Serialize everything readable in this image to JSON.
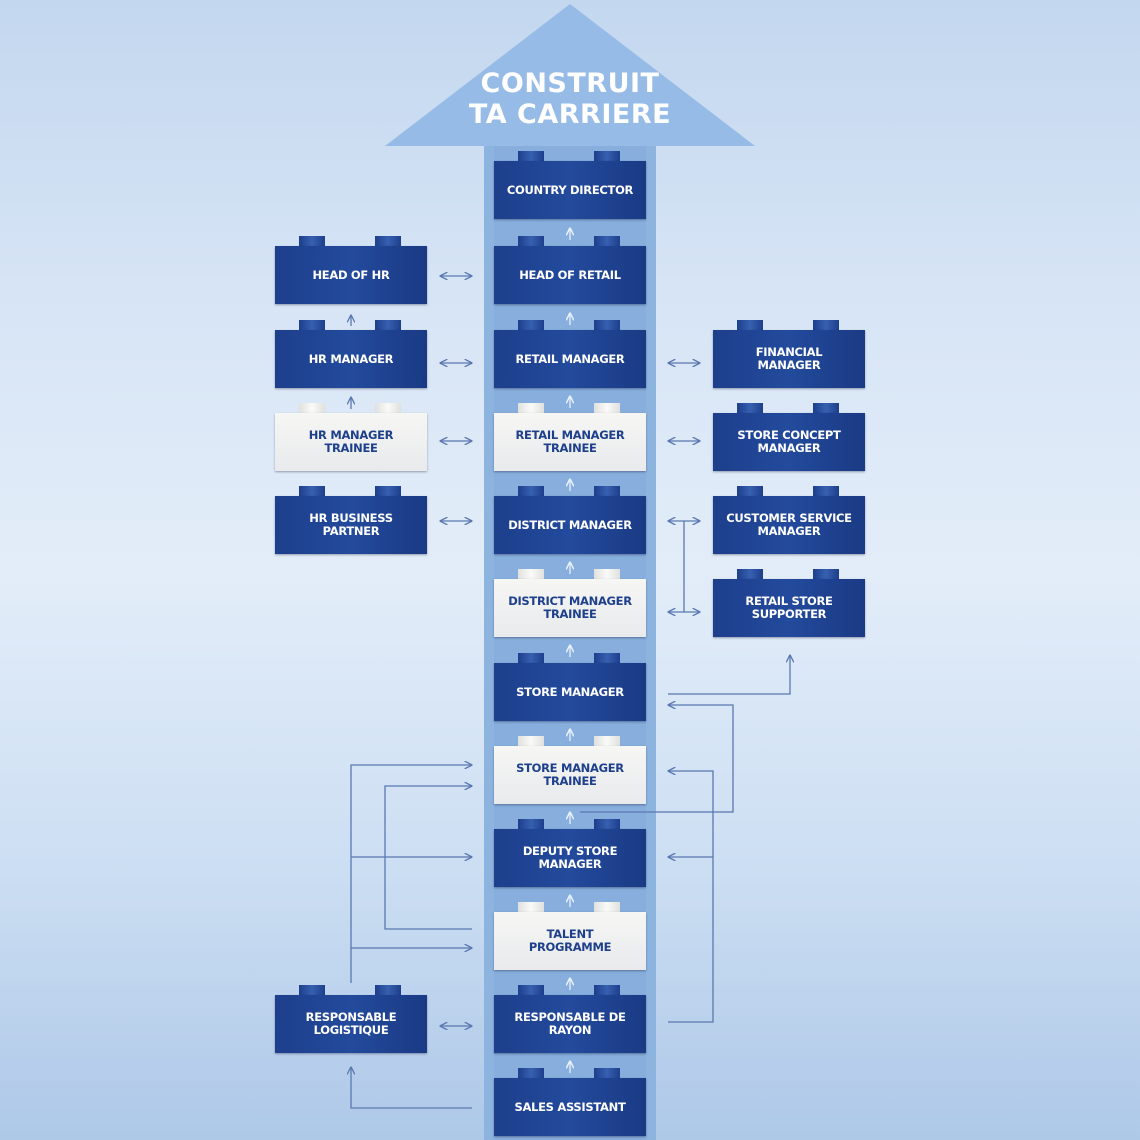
{
  "title": [
    "CONSTRUIT",
    "TA CARRIERE"
  ],
  "colors": {
    "brick_dark": "#1d3f8c",
    "brick_light": "#f2f2f0",
    "shaft": "#8db3df",
    "connector": "#5a78b0"
  },
  "center": [
    {
      "label": "COUNTRY DIRECTOR",
      "style": "dark"
    },
    {
      "label": "HEAD OF RETAIL",
      "style": "dark"
    },
    {
      "label": "RETAIL MANAGER",
      "style": "dark"
    },
    {
      "label": "RETAIL MANAGER TRAINEE",
      "style": "light"
    },
    {
      "label": "DISTRICT MANAGER",
      "style": "dark"
    },
    {
      "label": "DISTRICT MANAGER TRAINEE",
      "style": "light"
    },
    {
      "label": "STORE MANAGER",
      "style": "dark"
    },
    {
      "label": "STORE MANAGER TRAINEE",
      "style": "light"
    },
    {
      "label": "DEPUTY STORE MANAGER",
      "style": "dark"
    },
    {
      "label": "TALENT PROGRAMME",
      "style": "light"
    },
    {
      "label": "RESPONSABLE DE RAYON",
      "style": "dark"
    },
    {
      "label": "SALES ASSISTANT",
      "style": "dark"
    }
  ],
  "left": [
    {
      "label": "HEAD OF HR",
      "style": "dark"
    },
    {
      "label": "HR MANAGER",
      "style": "dark"
    },
    {
      "label": "HR MANAGER TRAINEE",
      "style": "light"
    },
    {
      "label": "HR BUSINESS PARTNER",
      "style": "dark"
    },
    {
      "label": "RESPONSABLE LOGISTIQUE",
      "style": "dark"
    }
  ],
  "right": [
    {
      "label": "FINANCIAL MANAGER",
      "style": "dark"
    },
    {
      "label": "STORE CONCEPT MANAGER",
      "style": "dark"
    },
    {
      "label": "CUSTOMER SERVICE MANAGER",
      "style": "dark"
    },
    {
      "label": "RETAIL STORE SUPPORTER",
      "style": "dark"
    }
  ]
}
